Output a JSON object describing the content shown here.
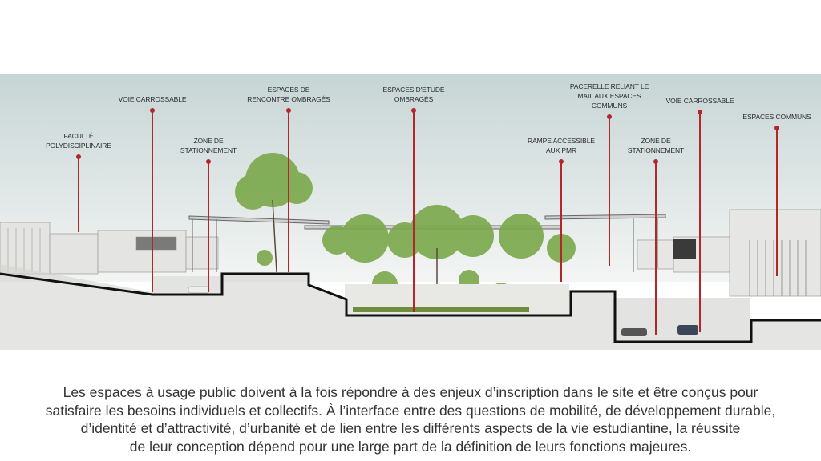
{
  "labels": [
    {
      "id": "faculte",
      "lines": [
        "FACULTÉ",
        "POLYDISCIPLINAIRE"
      ]
    },
    {
      "id": "voie1",
      "lines": [
        "VOIE CARROSSABLE"
      ]
    },
    {
      "id": "zone1",
      "lines": [
        "ZONE DE",
        "STATIONNEMENT"
      ]
    },
    {
      "id": "rencontre",
      "lines": [
        "ESPACES DE",
        "RENCONTRE OMBRAGÉS"
      ]
    },
    {
      "id": "etude",
      "lines": [
        "ESPACES D'ETUDE",
        "OMBRAGÉS"
      ]
    },
    {
      "id": "rampe",
      "lines": [
        "RAMPE ACCESSIBLE",
        "AUX PMR"
      ]
    },
    {
      "id": "pacerelle",
      "lines": [
        "PACERELLE RELIANT LE",
        "MAIL AUX ESPACES",
        "COMMUNS"
      ]
    },
    {
      "id": "zone2",
      "lines": [
        "ZONE DE",
        "STATIONNEMENT"
      ]
    },
    {
      "id": "voie2",
      "lines": [
        "VOIE CARROSSABLE"
      ]
    },
    {
      "id": "communs",
      "lines": [
        "ESPACES COMMUNS"
      ]
    }
  ],
  "caption": [
    "Les espaces à usage public doivent à la fois répondre à des enjeux d’inscription dans le site et être conçus pour",
    "satisfaire les besoins individuels et collectifs. À l’interface entre des questions de mobilité, de développement durable,",
    "d’identité et d’attractivité, d’urbanité et de lien entre les différents aspects de la vie estudiantine, la réussite",
    "de leur conception dépend pour une large part de la définition de leurs fonctions majeures."
  ],
  "colors": {
    "pin": "#b3262b",
    "tree": "#7aa84a",
    "sky_top": "#c9d6d6",
    "ground": "#111111"
  }
}
